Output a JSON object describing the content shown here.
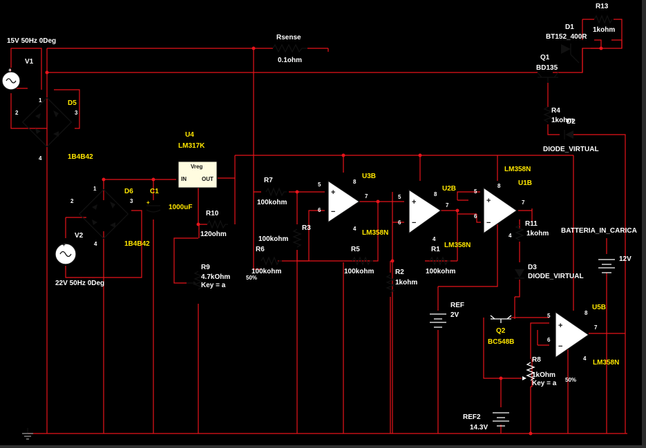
{
  "colors": {
    "background": "#000000",
    "wire": "#e8141b",
    "label": "#ffffff",
    "refdes": "#ffe600"
  },
  "components": {
    "v1": {
      "ref": "V1",
      "value": "15V 50Hz 0Deg"
    },
    "v2": {
      "ref": "V2",
      "value": "22V 50Hz 0Deg"
    },
    "d5": {
      "ref": "D5",
      "value": "1B4B42"
    },
    "d6": {
      "ref": "D6",
      "value": "1B4B42"
    },
    "c1": {
      "ref": "C1",
      "value": "1000uF"
    },
    "u4": {
      "ref": "U4",
      "value": "LM317K",
      "inner": "Vreg",
      "pin_in": "IN",
      "pin_out": "OUT"
    },
    "r10": {
      "ref": "R10",
      "value": "120ohm"
    },
    "r9": {
      "ref": "R9",
      "value": "4.7kOhm",
      "key": "Key = a",
      "percent": "50%"
    },
    "rsense": {
      "ref": "Rsense",
      "value": "0.1ohm"
    },
    "r7": {
      "ref": "R7",
      "value": "100kohm"
    },
    "r3": {
      "ref": "R3",
      "value": "100kohm"
    },
    "r6": {
      "ref": "R6",
      "value": "100kohm"
    },
    "r5": {
      "ref": "R5",
      "value": "100kohm"
    },
    "r2": {
      "ref": "R2",
      "value": "1kohm"
    },
    "r1": {
      "ref": "R1",
      "value": "100kohm"
    },
    "r11": {
      "ref": "R11",
      "value": "1kohm"
    },
    "r4": {
      "ref": "R4",
      "value": "1kohm"
    },
    "r8": {
      "ref": "R8",
      "value": "1kOhm",
      "key": "Key = a",
      "percent": "50%"
    },
    "r13": {
      "ref": "R13",
      "value": "1kohm"
    },
    "u3b": {
      "ref": "U3B",
      "value": "LM358N"
    },
    "u2b": {
      "ref": "U2B",
      "value": "LM358N"
    },
    "u1b": {
      "ref": "U1B",
      "value": "LM358N"
    },
    "u5b": {
      "ref": "U5B",
      "value": "LM358N"
    },
    "ref": {
      "ref": "REF",
      "value": "2V"
    },
    "ref2": {
      "ref": "REF2",
      "value": "14.3V"
    },
    "q1": {
      "ref": "Q1",
      "value": "BD135"
    },
    "q2": {
      "ref": "Q2",
      "value": "BC548B"
    },
    "d1": {
      "ref": "D1",
      "value": "BT152_400R"
    },
    "d2": {
      "ref": "D2",
      "value": "DIODE_VIRTUAL"
    },
    "d3": {
      "ref": "D3",
      "value": "DIODE_VIRTUAL"
    },
    "battery": {
      "ref": "BATTERIA_IN_CARICA",
      "value": "12V"
    }
  }
}
